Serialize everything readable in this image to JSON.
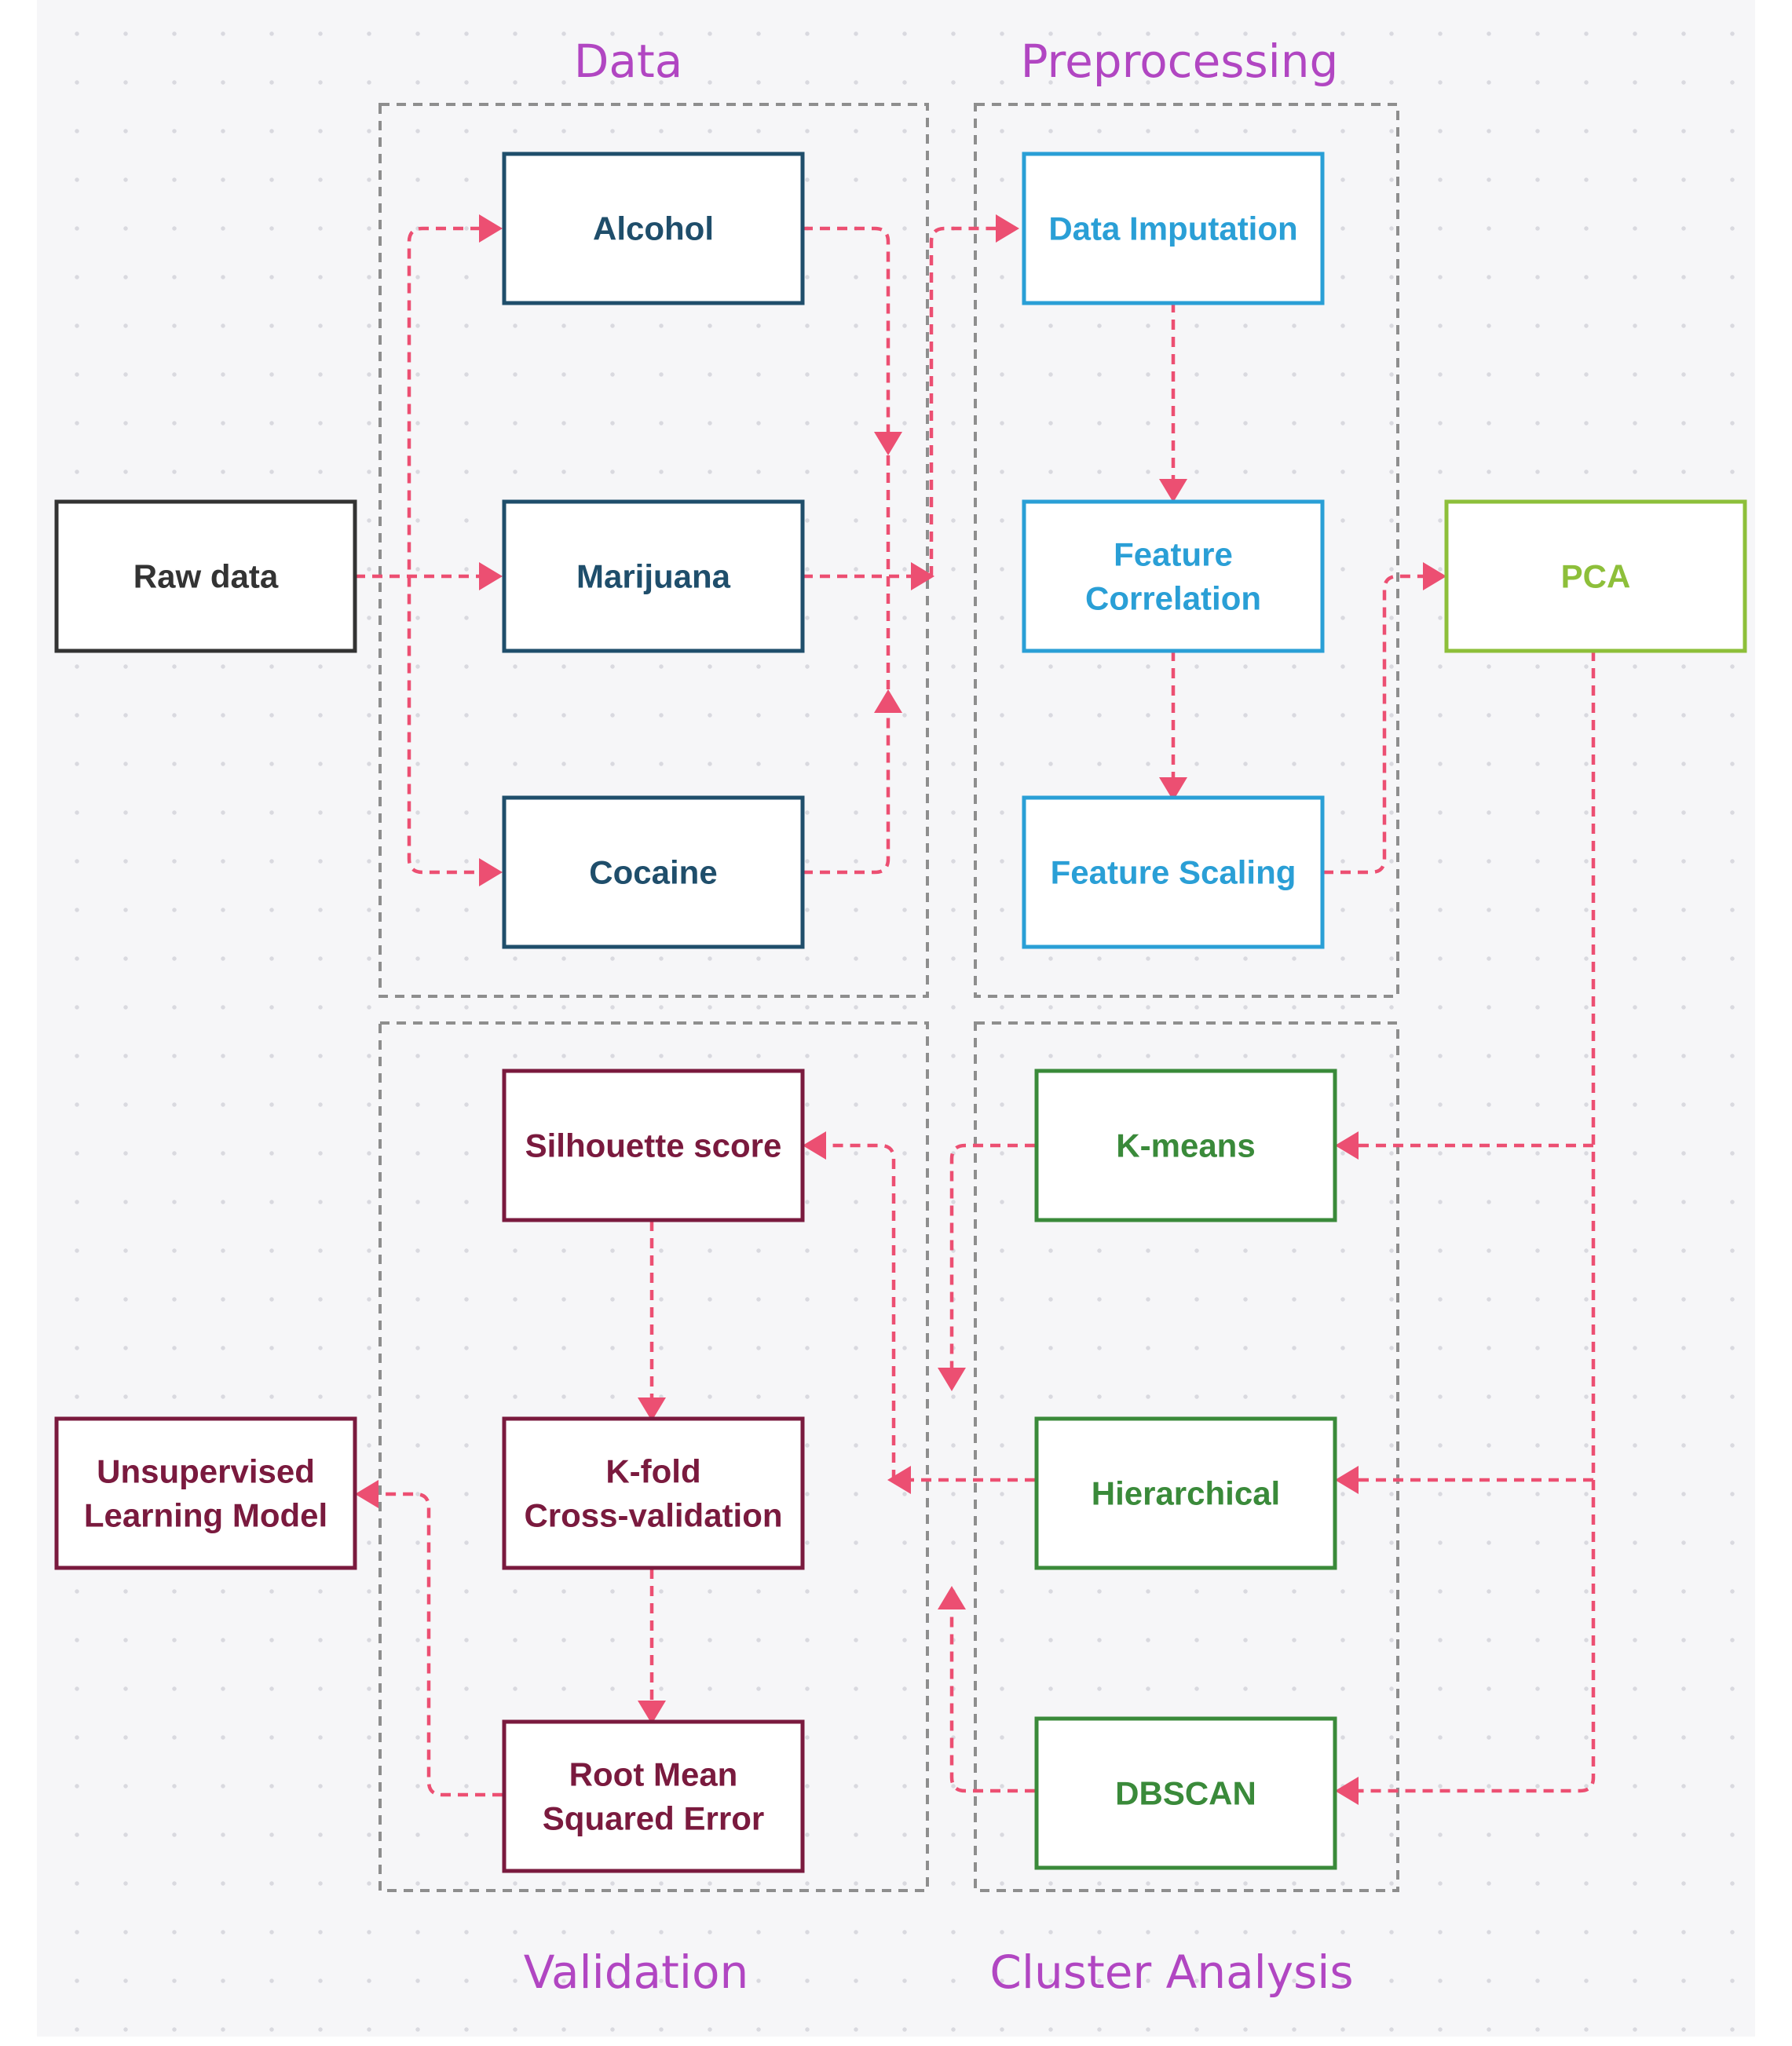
{
  "sections": {
    "data": "Data",
    "preprocessing": "Preprocessing",
    "validation": "Validation",
    "cluster_analysis": "Cluster Analysis"
  },
  "nodes": {
    "raw_data": {
      "label": [
        "Raw data"
      ],
      "color": "#333333"
    },
    "alcohol": {
      "label": [
        "Alcohol"
      ],
      "color": "#1f4e6b"
    },
    "marijuana": {
      "label": [
        "Marijuana"
      ],
      "color": "#1f4e6b"
    },
    "cocaine": {
      "label": [
        "Cocaine"
      ],
      "color": "#1f4e6b"
    },
    "data_imputation": {
      "label": [
        "Data Imputation"
      ],
      "color": "#2a9fd6"
    },
    "feature_correlation": {
      "label": [
        "Feature",
        "Correlation"
      ],
      "color": "#2a9fd6"
    },
    "feature_scaling": {
      "label": [
        "Feature Scaling"
      ],
      "color": "#2a9fd6"
    },
    "pca": {
      "label": [
        "PCA"
      ],
      "color": "#8dbf3a"
    },
    "kmeans": {
      "label": [
        "K-means"
      ],
      "color": "#3a8a3a"
    },
    "hierarchical": {
      "label": [
        "Hierarchical"
      ],
      "color": "#3a8a3a"
    },
    "dbscan": {
      "label": [
        "DBSCAN"
      ],
      "color": "#3a8a3a"
    },
    "silhouette_score": {
      "label": [
        "Silhouette score"
      ],
      "color": "#7a1a3e"
    },
    "kfold": {
      "label": [
        "K-fold",
        "Cross-validation"
      ],
      "color": "#7a1a3e"
    },
    "rmse": {
      "label": [
        "Root Mean",
        "Squared Error"
      ],
      "color": "#7a1a3e"
    },
    "unsupervised_model": {
      "label": [
        "Unsupervised",
        "Learning Model"
      ],
      "color": "#7a1a3e"
    }
  },
  "colors": {
    "connector": "#ec4f72",
    "group_border": "#8e8e8e",
    "section_title": "#b146c2"
  }
}
